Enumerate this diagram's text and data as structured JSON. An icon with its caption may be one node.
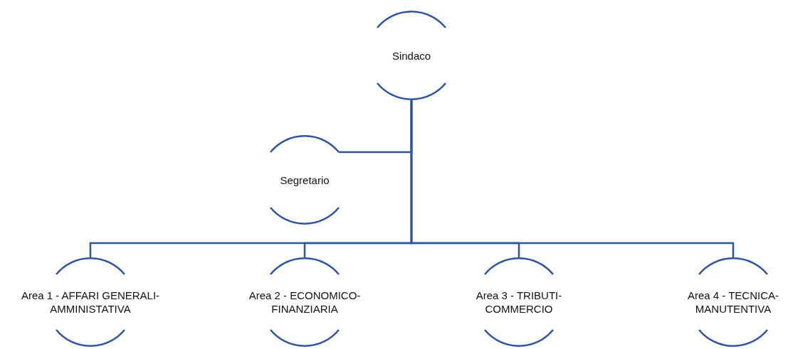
{
  "diagram": {
    "nodes": [
      {
        "text": [
          "Sindaco"
        ]
      },
      {
        "text": [
          "Segretario"
        ]
      },
      {
        "text": [
          "Area 1 - AFFARI GENERALI- AMMINISTATIVA"
        ]
      },
      {
        "text": [
          "Area 2 - ECONOMICO- FINANZIARIA"
        ]
      },
      {
        "text": [
          "Area 3 - TRIBUTI- COMMERCIO"
        ]
      },
      {
        "text": [
          "Area 4 - TECNICA- MANUTENTIVA"
        ]
      }
    ],
    "edges": [
      {
        "from": 0,
        "to": 1,
        "arrow": "none"
      },
      {
        "from": 0,
        "to": 2,
        "arrow": "none"
      },
      {
        "from": 0,
        "to": 3,
        "arrow": "none"
      },
      {
        "from": 0,
        "to": 4,
        "arrow": "none"
      },
      {
        "from": 0,
        "to": 5,
        "arrow": "none"
      }
    ]
  }
}
